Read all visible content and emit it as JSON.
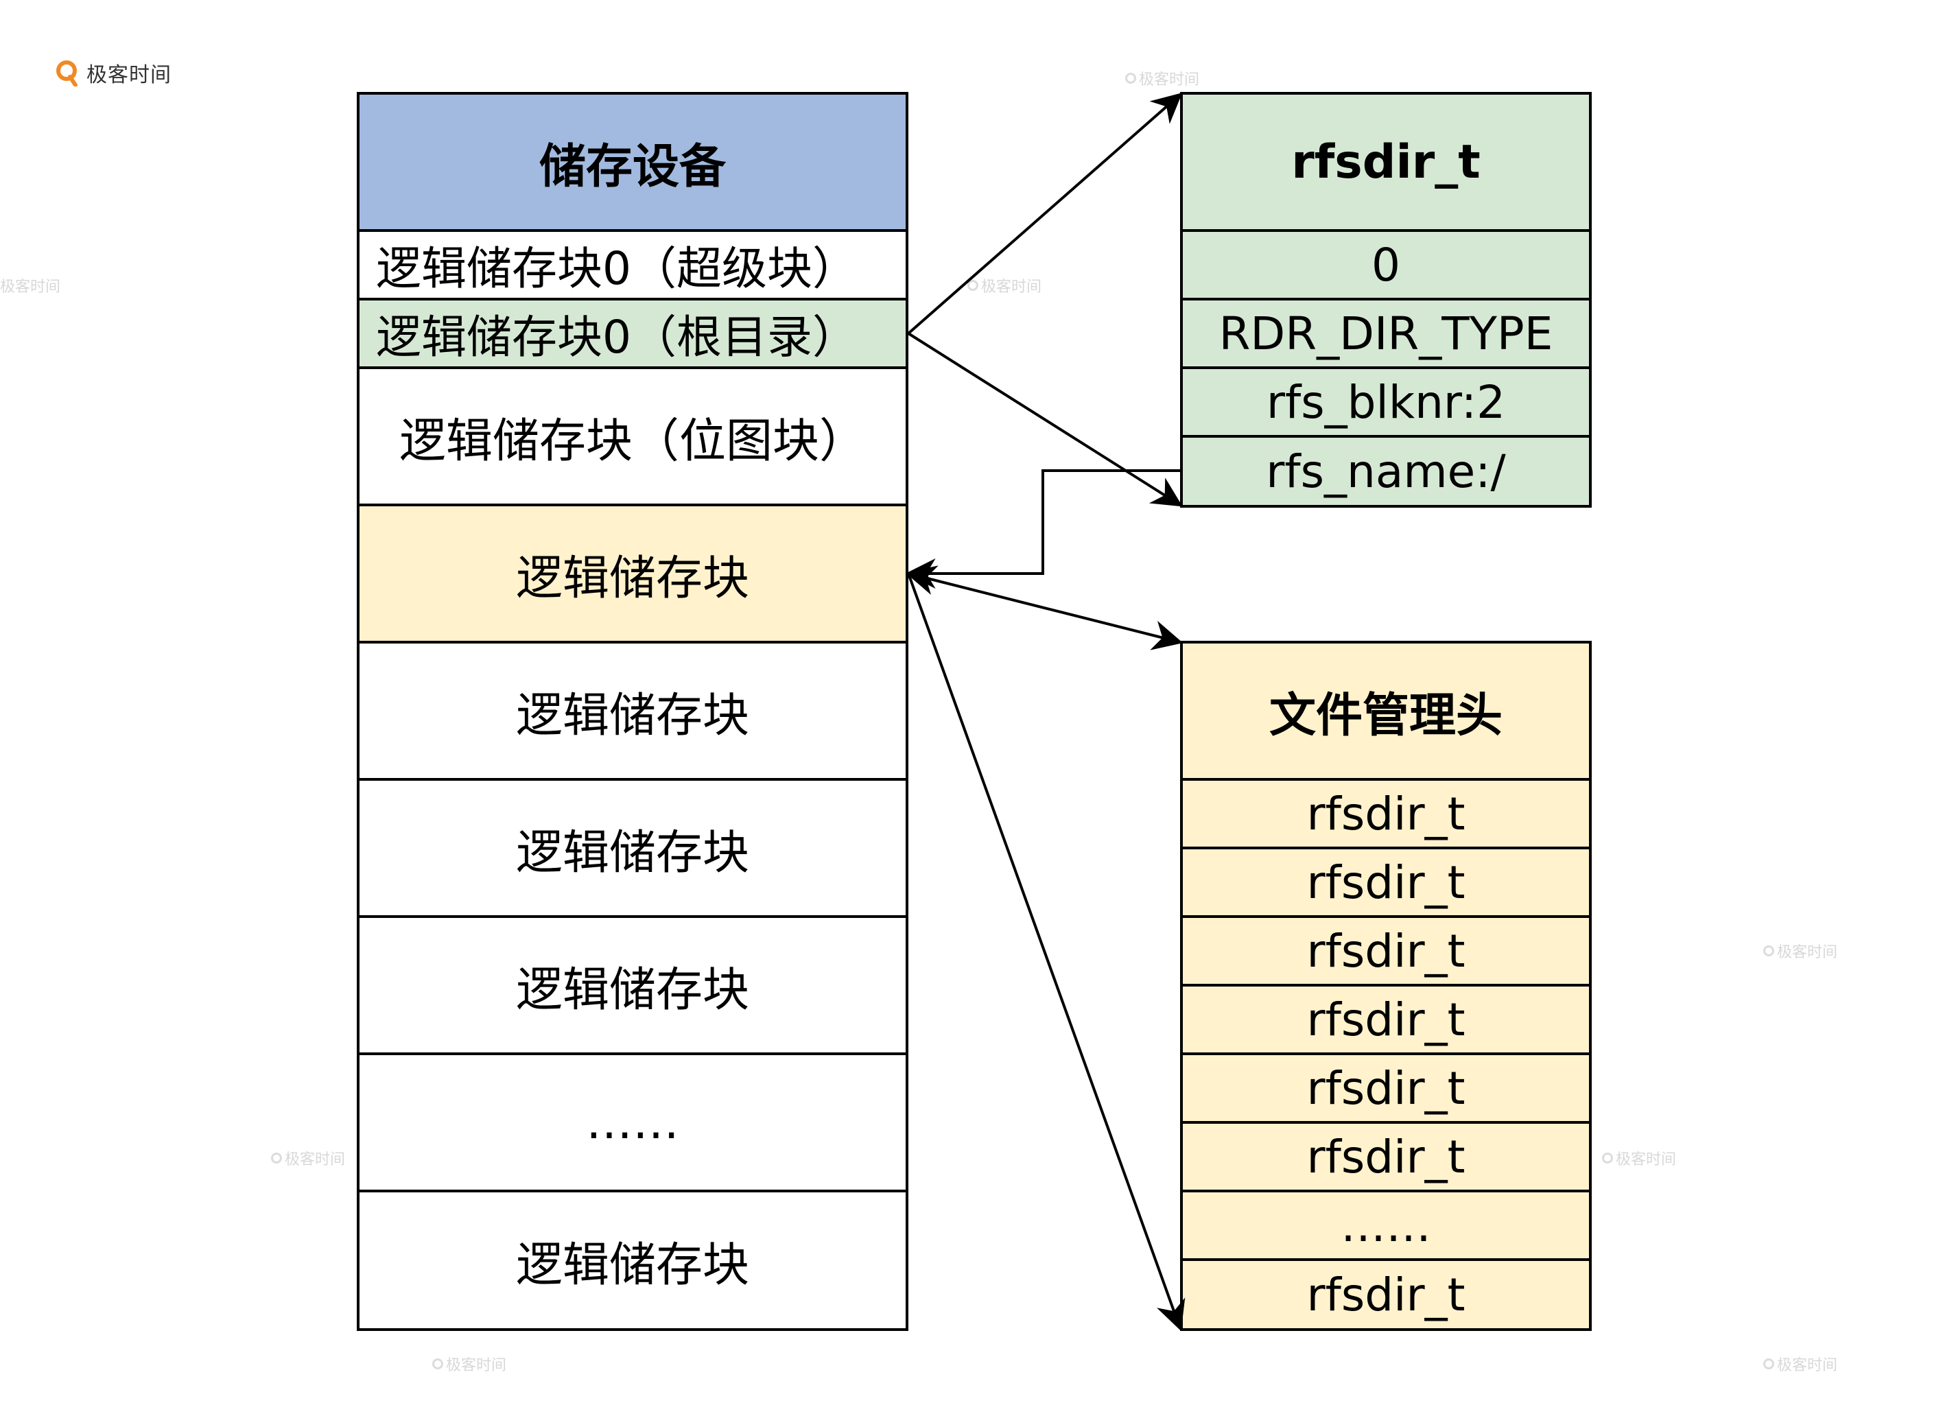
{
  "logo": {
    "text": "极客时间",
    "icon": "geektime-logo-icon"
  },
  "watermark": "极客时间",
  "storage": {
    "title": "储存设备",
    "rows": [
      "逻辑储存块0（超级块）",
      "逻辑储存块0（根目录）",
      "逻辑储存块（位图块）",
      "逻辑储存块",
      "逻辑储存块",
      "逻辑储存块",
      "逻辑储存块",
      "……",
      "逻辑储存块"
    ]
  },
  "rfsdir": {
    "title": "rfsdir_t",
    "fields": [
      "0",
      "RDR_DIR_TYPE",
      "rfs_blknr:2",
      "rfs_name:/"
    ]
  },
  "file_header": {
    "title": "文件管理头",
    "rows": [
      "rfsdir_t",
      "rfsdir_t",
      "rfsdir_t",
      "rfsdir_t",
      "rfsdir_t",
      "rfsdir_t",
      "……",
      "rfsdir_t"
    ]
  },
  "colors": {
    "header_blue": "#a2badf",
    "green": "#d5e8d4",
    "yellow": "#fff2cc",
    "border": "#000000"
  }
}
